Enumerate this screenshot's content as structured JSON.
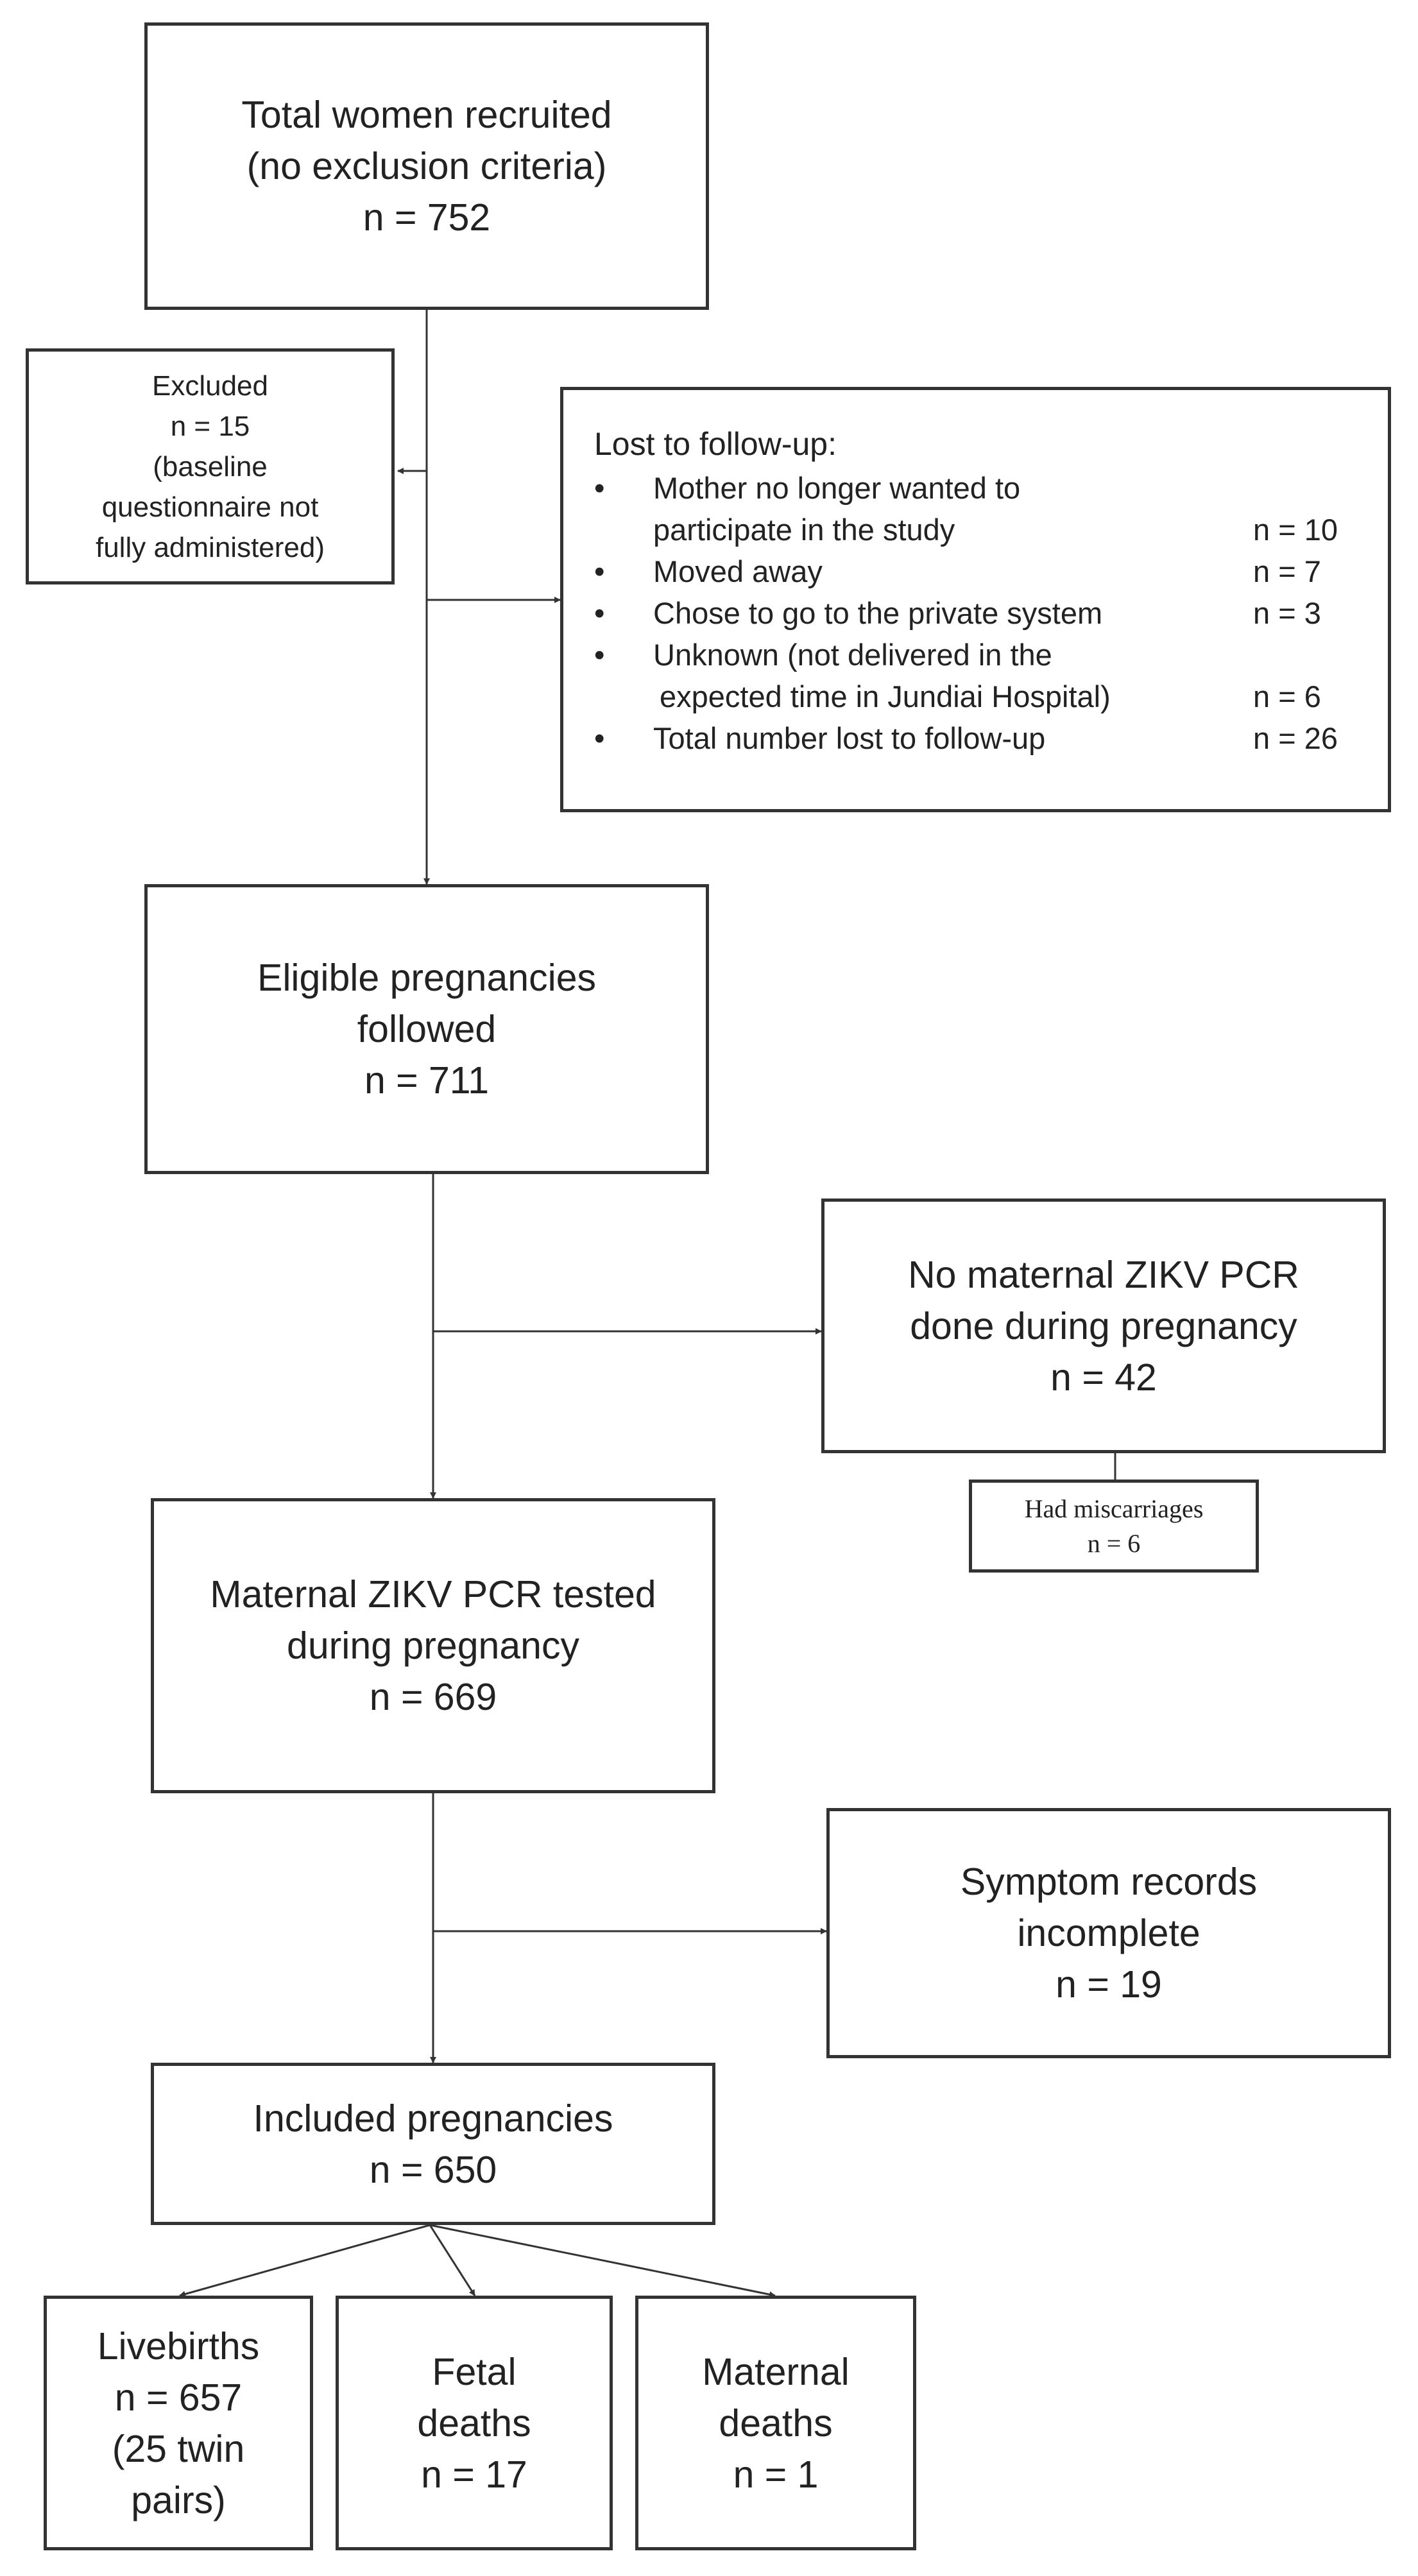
{
  "boxes": {
    "total": {
      "line1": "Total women recruited",
      "line2": "(no exclusion criteria)",
      "line3": "n = 752"
    },
    "excluded": {
      "line1": "Excluded",
      "line2": "n = 15",
      "line3": "(baseline",
      "line4": "questionnaire not",
      "line5": "fully administered)"
    },
    "lost": {
      "title": "Lost to follow-up:",
      "items": [
        {
          "bullet": "•",
          "line1": "Mother no longer wanted to",
          "line2": "participate in the study",
          "n": "n = 10"
        },
        {
          "bullet": "•",
          "line1": "Moved away",
          "n": "n = 7"
        },
        {
          "bullet": "•",
          "line1": "Chose to go to the private system",
          "n": "n = 3"
        },
        {
          "bullet": "•",
          "line1": "Unknown (not delivered in the",
          "line2": "expected time in Jundiai Hospital)",
          "n": "n = 6"
        },
        {
          "bullet": "•",
          "line1": "Total number lost to follow-up",
          "n": "n = 26"
        }
      ]
    },
    "eligible": {
      "line1": "Eligible pregnancies",
      "line2": "followed",
      "line3": "n = 711"
    },
    "no_pcr": {
      "line1": "No maternal ZIKV PCR",
      "line2": "done during pregnancy",
      "line3": "n = 42"
    },
    "miscarriages": {
      "line1": "Had miscarriages",
      "line2": "n = 6"
    },
    "tested": {
      "line1": "Maternal ZIKV PCR tested",
      "line2": "during pregnancy",
      "line3": "n = 669"
    },
    "symptom": {
      "line1": "Symptom records",
      "line2": "incomplete",
      "line3": "n = 19"
    },
    "included": {
      "line1": "Included pregnancies",
      "line2": "n = 650"
    },
    "livebirths": {
      "line1": "Livebirths",
      "line2": "n = 657",
      "line3": "(25 twin",
      "line4": "pairs)"
    },
    "fetal": {
      "line1": "Fetal",
      "line2": "deaths",
      "line3": "n = 17"
    },
    "maternal": {
      "line1": "Maternal",
      "line2": "deaths",
      "line3": "n = 1"
    }
  },
  "colors": {
    "line": "#333333",
    "text": "#222222",
    "background": "#ffffff"
  }
}
